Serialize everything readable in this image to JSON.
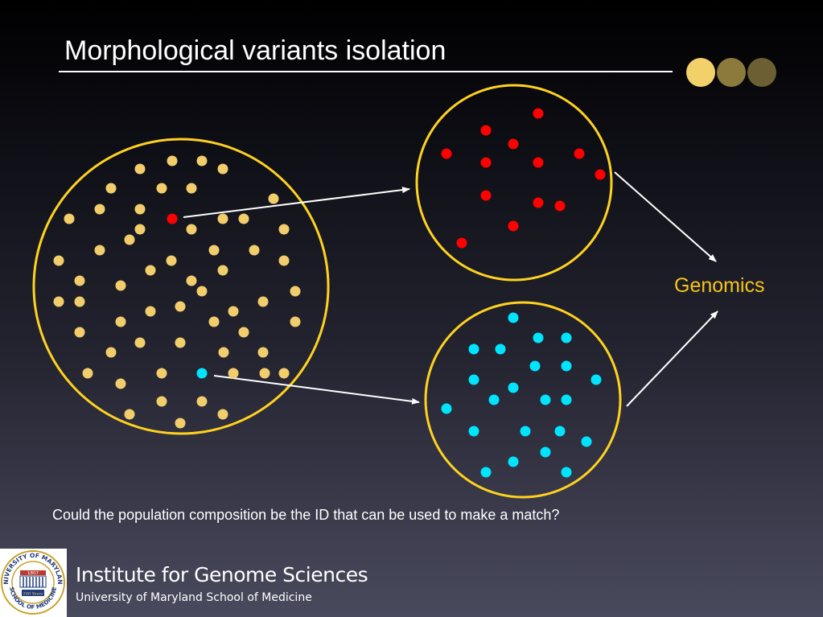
{
  "slide": {
    "title": "Morphological variants isolation",
    "genomics_label": "Genomics",
    "question": "Could the population composition be the ID that can be used to make a match?"
  },
  "footer": {
    "institute_name": "Institute for Genome Sciences",
    "university_name": "University of Maryland School of Medicine",
    "seal": {
      "text_top": "UNIVERSITY OF MARYLAND",
      "text_bottom": "SCHOOL OF MEDICINE",
      "year": "1807",
      "banner": "200 Years"
    }
  },
  "colors": {
    "population_dot": "#f2cd6b",
    "red_variant": "#ff0000",
    "cyan_variant": "#00e5ff",
    "circle_outline": "#ffd21f",
    "arrow": "#ffffff",
    "genomics_text": "#f5c518"
  }
}
